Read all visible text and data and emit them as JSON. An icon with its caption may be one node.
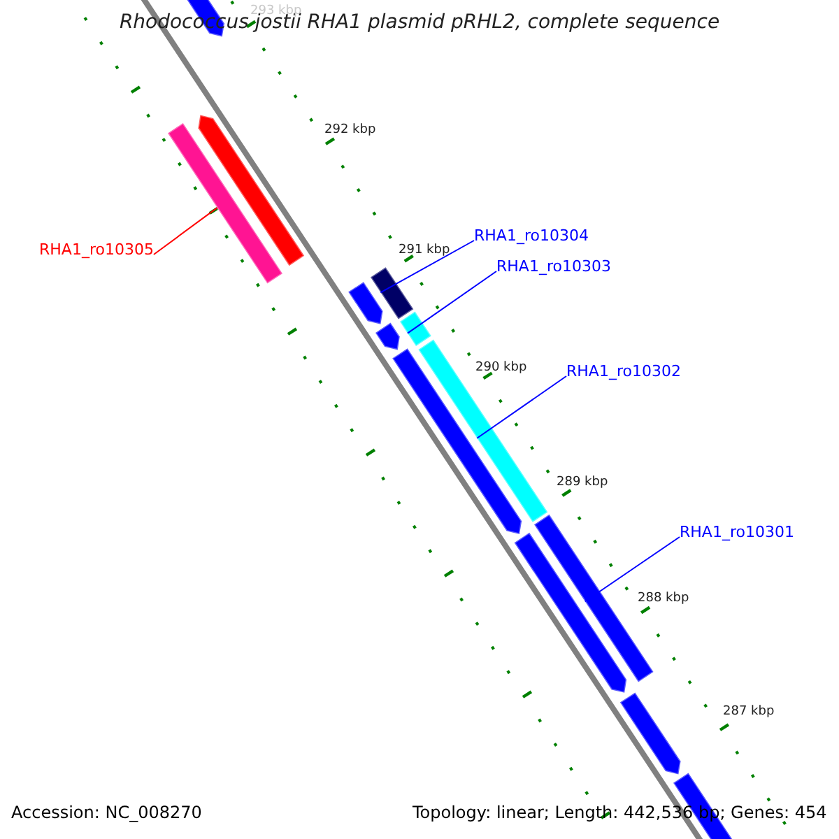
{
  "diagram": {
    "title": "Rhodococcus jostii RHA1 plasmid pRHL2, complete sequence",
    "nodes": [
      {
        "text": [],
        "shape": "bar"
      },
      {
        "text": [],
        "shape": "bar"
      },
      {
        "text": [],
        "shape": "bar"
      },
      {
        "text": [
          "RHA1_ro10305"
        ]
      },
      {
        "text": [
          "RHA1_ro10304"
        ]
      },
      {
        "text": [],
        "shape": "bar"
      },
      {
        "text": [],
        "shape": "bar"
      },
      {
        "text": [
          "RHA1_ro10303"
        ]
      },
      {
        "text": [],
        "shape": "bar"
      },
      {
        "text": [],
        "shape": "bar"
      },
      {
        "text": [
          "RHA1_ro10302"
        ]
      },
      {
        "text": [],
        "shape": "bar"
      },
      {
        "text": [],
        "shape": "bar"
      },
      {
        "text": [
          "RHA1_ro10301"
        ]
      },
      {
        "text": [],
        "shape": "bar"
      },
      {
        "text": [],
        "shape": "bar"
      },
      {
        "text": [],
        "shape": "bar"
      },
      {
        "text": [],
        "shape": "bar"
      }
    ],
    "edges": [
      {
        "from": 3,
        "to": 2,
        "arrow": "none",
        "color": "#ff0000"
      },
      {
        "from": 4,
        "to": 6,
        "arrow": "none"
      },
      {
        "from": 7,
        "to": 8,
        "arrow": "none"
      },
      {
        "from": 10,
        "to": 12,
        "arrow": "none"
      },
      {
        "from": 13,
        "to": 14,
        "arrow": "none"
      }
    ],
    "labels": [
      "293 kbp",
      "292 kbp",
      "291 kbp",
      "290 kbp",
      "289 kbp",
      "288 kbp",
      "287 kbp",
      "Accession: NC_008270",
      "Topology: linear; Length: 442,536 bp; Genes: 454"
    ]
  }
}
